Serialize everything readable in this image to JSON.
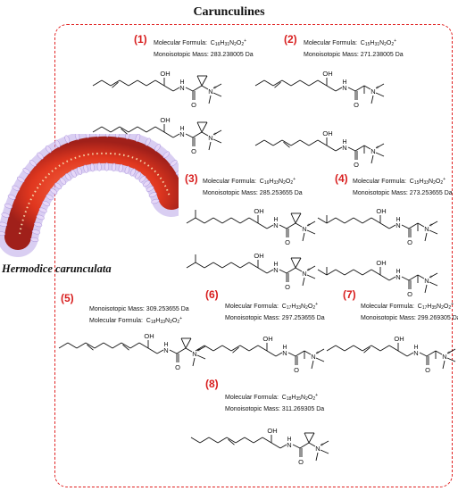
{
  "title": "Carunculines",
  "organism": "Hermodice carunculata",
  "labels": {
    "formula": "Molecular Formula:",
    "mass": "Monoisotopic Mass:"
  },
  "compounds": [
    {
      "num": "(1)",
      "formula": [
        "C",
        "16",
        "H",
        "31",
        "N",
        "2",
        "O",
        "2",
        "+"
      ],
      "mass": "283.238005 Da"
    },
    {
      "num": "(2)",
      "formula": [
        "C",
        "15",
        "H",
        "31",
        "N",
        "2",
        "O",
        "2",
        "+"
      ],
      "mass": "271.238005 Da"
    },
    {
      "num": "(3)",
      "formula": [
        "C",
        "16",
        "H",
        "33",
        "N",
        "2",
        "O",
        "2",
        "+"
      ],
      "mass": "285.253655 Da"
    },
    {
      "num": "(4)",
      "formula": [
        "C",
        "15",
        "H",
        "33",
        "N",
        "2",
        "O",
        "2",
        "+"
      ],
      "mass": "273.253655 Da"
    },
    {
      "num": "(5)",
      "formula": [
        "C",
        "18",
        "H",
        "33",
        "N",
        "2",
        "O",
        "2",
        "+"
      ],
      "mass": "309.253655 Da"
    },
    {
      "num": "(6)",
      "formula": [
        "C",
        "17",
        "H",
        "33",
        "N",
        "2",
        "O",
        "2",
        "+"
      ],
      "mass": "297.253655 Da"
    },
    {
      "num": "(7)",
      "formula": [
        "C",
        "17",
        "H",
        "35",
        "N",
        "2",
        "O",
        "2",
        "+"
      ],
      "mass": "299.269305 Da"
    },
    {
      "num": "(8)",
      "formula": [
        "C",
        "18",
        "H",
        "35",
        "N",
        "2",
        "O",
        "2",
        "+"
      ],
      "mass": "311.269305 Da"
    }
  ],
  "atoms": {
    "hydroxyl": "OH",
    "amide_nh": "H",
    "amide_n": "N",
    "carbonyl_o": "O",
    "ammonium": "N",
    "charge": "+"
  },
  "colors": {
    "frame": "#e02020",
    "number": "#d81e1e",
    "worm_body": "#e8432a",
    "worm_spines": "#d9c6f0"
  }
}
